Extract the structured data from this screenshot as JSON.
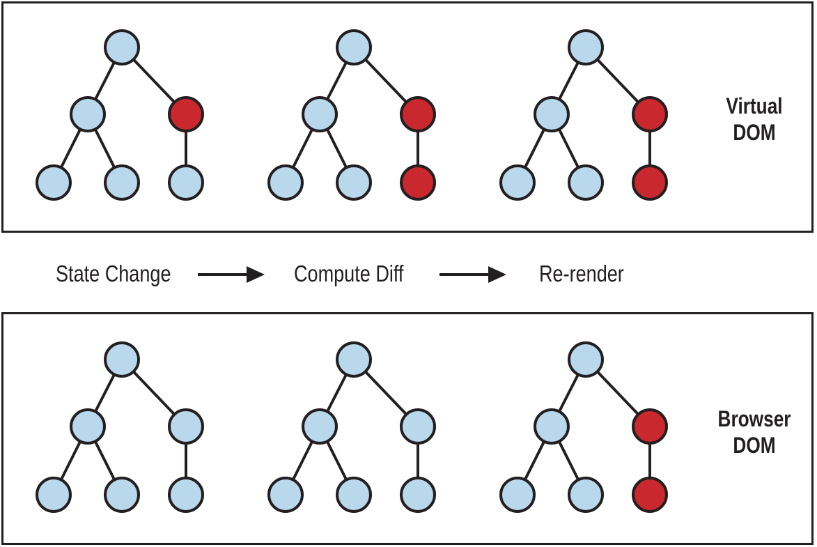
{
  "colors": {
    "unchanged_node": "#b9d8ec",
    "changed_node": "#c8282e",
    "outline": "#231f20"
  },
  "virtual_dom": {
    "label_line1": "Virtual",
    "label_line2": "DOM",
    "trees": [
      {
        "state": [
          "unchanged",
          "unchanged",
          "changed",
          "unchanged",
          "unchanged",
          "unchanged"
        ]
      },
      {
        "state": [
          "unchanged",
          "unchanged",
          "changed",
          "unchanged",
          "unchanged",
          "changed"
        ]
      },
      {
        "state": [
          "unchanged",
          "unchanged",
          "changed",
          "unchanged",
          "unchanged",
          "changed"
        ]
      }
    ]
  },
  "steps": {
    "step1": "State Change",
    "step2": "Compute Diff",
    "step3": "Re-render",
    "arrow_icon": "right-arrow-icon"
  },
  "browser_dom": {
    "label_line1": "Browser",
    "label_line2": "DOM",
    "trees": [
      {
        "state": [
          "unchanged",
          "unchanged",
          "unchanged",
          "unchanged",
          "unchanged",
          "unchanged"
        ]
      },
      {
        "state": [
          "unchanged",
          "unchanged",
          "unchanged",
          "unchanged",
          "unchanged",
          "unchanged"
        ]
      },
      {
        "state": [
          "unchanged",
          "unchanged",
          "changed",
          "unchanged",
          "unchanged",
          "changed"
        ]
      }
    ]
  }
}
